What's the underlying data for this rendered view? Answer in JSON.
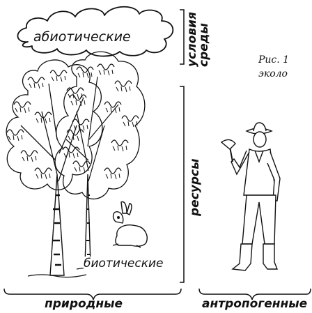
{
  "cloud": {
    "label": "абиотические"
  },
  "brackets": {
    "conditions": {
      "line1": "условия",
      "line2": "среды"
    },
    "resources": {
      "label": "ресурсы"
    }
  },
  "caption": {
    "line1": "Рис. 1",
    "line2": "эколо"
  },
  "groups": {
    "biotic": "биотические",
    "natural": "природные",
    "anthropogenic": "антропогенные"
  }
}
